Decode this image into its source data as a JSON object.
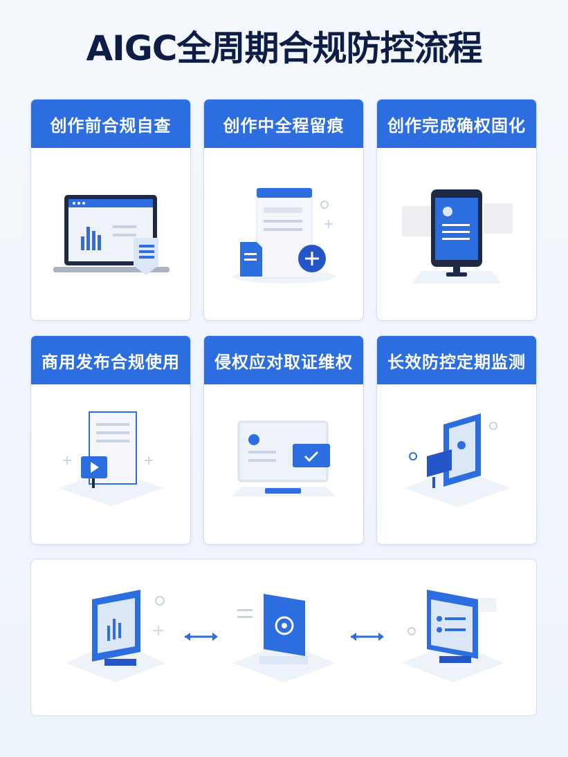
{
  "title": "AIGC全周期合规防控流程",
  "steps": [
    {
      "label": "创作前合规自查",
      "icon": "laptop-chart-icon"
    },
    {
      "label": "创作中全程留痕",
      "icon": "document-add-icon"
    },
    {
      "label": "创作完成确权固化",
      "icon": "kiosk-profile-icon"
    },
    {
      "label": "商用发布合规使用",
      "icon": "document-video-icon"
    },
    {
      "label": "侵权应对取证维权",
      "icon": "monitor-check-icon"
    },
    {
      "label": "长效防控定期监测",
      "icon": "monitor-user-icon"
    }
  ],
  "bottom_flow": {
    "icons": [
      "monitor-chart-icon",
      "tablet-target-icon",
      "monitor-list-icon"
    ],
    "connector": "double-arrow-icon"
  },
  "colors": {
    "primary": "#2c6de0",
    "title": "#0e1d45",
    "light": "#dbe6f7"
  }
}
